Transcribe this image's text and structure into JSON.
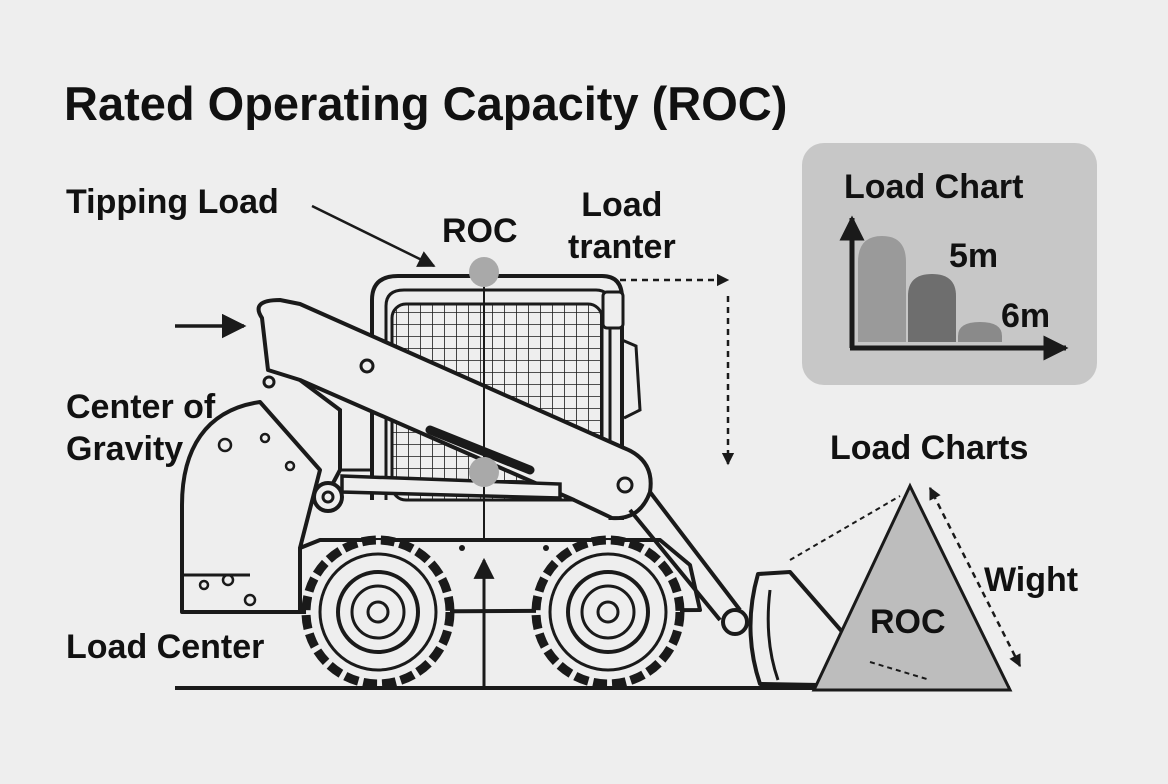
{
  "title": "Rated Operating Capacity (ROC)",
  "labels": {
    "tipping_load": "Tipping Load",
    "roc_top": "ROC",
    "load_tranter_line1": "Load",
    "load_tranter_line2": "tranter",
    "center_of_gravity_line1": "Center of",
    "center_of_gravity_line2": "Gravity",
    "load_center": "Load Center",
    "load_charts": "Load Charts",
    "wight": "Wight",
    "roc_triangle": "ROC"
  },
  "load_chart": {
    "title": "Load Chart",
    "label_5m": "5m",
    "label_6m": "6m"
  },
  "colors": {
    "background": "#eeeeee",
    "line": "#1a1a1a",
    "panel": "#c7c7c7",
    "triangle_fill": "#bdbdbd",
    "bar_light": "#9a9a9a",
    "bar_mid": "#6e6e6e",
    "bar_small": "#8a8a8a",
    "marker": "#a9a9a9"
  },
  "icons": [
    "skid-steer-loader-illustration",
    "arrow-icon",
    "dashed-arrow-icon"
  ]
}
